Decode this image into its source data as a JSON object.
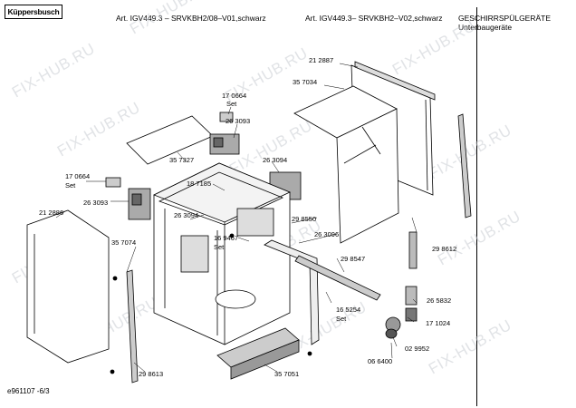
{
  "header": {
    "brand": "Küppersbusch",
    "art1": "Art. IGV449.3 – SRVKBH2/08–V01,schwarz",
    "art2": "Art. IGV449.3– SRVKBH2–V02,schwarz",
    "category": "GESCHIRRSPÜLGERÄTE",
    "subcategory": "Unterbaugeräte"
  },
  "parts": {
    "p212887": "21 2887",
    "p357034": "35 7034",
    "p170664a": "17 0664",
    "set_a": "Set",
    "p263093a": "26 3093",
    "p357327": "35 7327",
    "p263094a": "26 3094",
    "p170664b": "17 0664",
    "set_b": "Set",
    "p187185": "18 7185",
    "p263093b": "26 3093",
    "p212886": "21 2886",
    "p263094b": "26 3094",
    "p169467": "16 9467",
    "set_c": "Set",
    "p298550": "29 8550",
    "p263096": "26 3096",
    "p357074": "35 7074",
    "p298547": "29 8547",
    "p298612": "29 8612",
    "p165254": "16 5254",
    "set_d": "Set",
    "p265832": "26 5832",
    "p171024": "17 1024",
    "p298613": "29 8613",
    "p029952": "02 9952",
    "p357051": "35 7051",
    "p066400": "06 6400"
  },
  "footer": {
    "code": "e961107 -6/3"
  },
  "watermark": "FIX-HUB.RU"
}
